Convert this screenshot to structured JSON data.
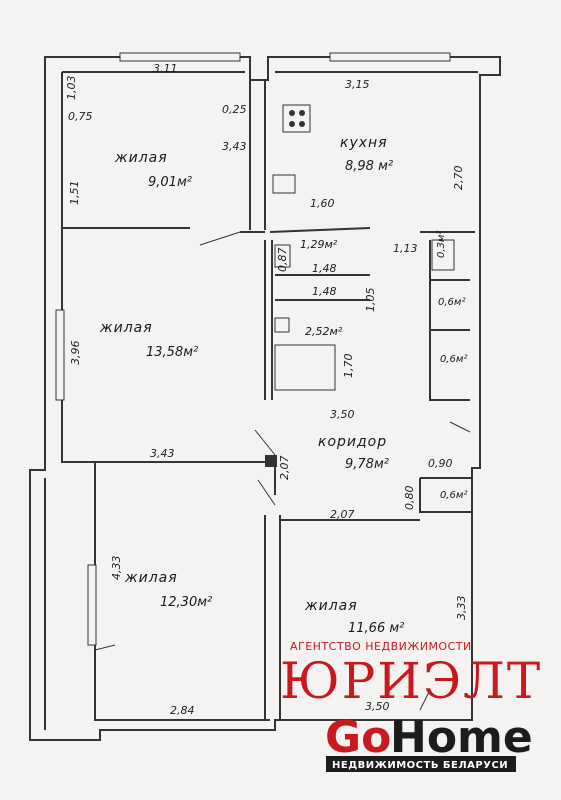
{
  "rooms": {
    "living1": {
      "label": "жилая",
      "area": "9,01м²"
    },
    "kitchen": {
      "label": "кухня",
      "area": "8,98 м²"
    },
    "living2": {
      "label": "жилая",
      "area": "13,58м²"
    },
    "corridor": {
      "label": "коридор",
      "area": "9,78м²"
    },
    "living3": {
      "label": "жилая",
      "area": "12,30м²"
    },
    "living4": {
      "label": "жилая",
      "area": "11,66 м²"
    },
    "bath1": {
      "area": "1,29м²"
    },
    "bath2": {
      "area": "2,52м²"
    },
    "closet1": {
      "area": "0,3м²"
    },
    "closet2": {
      "area": "0,6м²"
    },
    "closet3": {
      "area": "0,6м²"
    },
    "closet4": {
      "area": "0,6м²"
    }
  },
  "dims": {
    "d311": "3,11",
    "d315": "3,15",
    "d103": "1,03",
    "d075": "0,75",
    "d025": "0,25",
    "d343a": "3,43",
    "d270": "2,70",
    "d151": "1,51",
    "d160": "1,60",
    "d087": "0,87",
    "d148a": "1,48",
    "d148b": "1,48",
    "d113": "1,13",
    "d105": "1,05",
    "d170": "1,70",
    "d396": "3,96",
    "d350a": "3,50",
    "d343b": "3,43",
    "d207a": "2,07",
    "d090": "0,90",
    "d080": "0,80",
    "d207b": "2,07",
    "d433": "4,33",
    "d333": "3,33",
    "d284": "2,84",
    "d350b": "3,50"
  },
  "watermark": {
    "agency_small": "АГЕНТСТВО НЕДВИЖИМОСТИ",
    "agency_big": "ЮРИЭЛТ",
    "go": "Go",
    "home": "Home",
    "tagline": "НЕДВИЖИМОСТЬ БЕЛАРУСИ"
  }
}
